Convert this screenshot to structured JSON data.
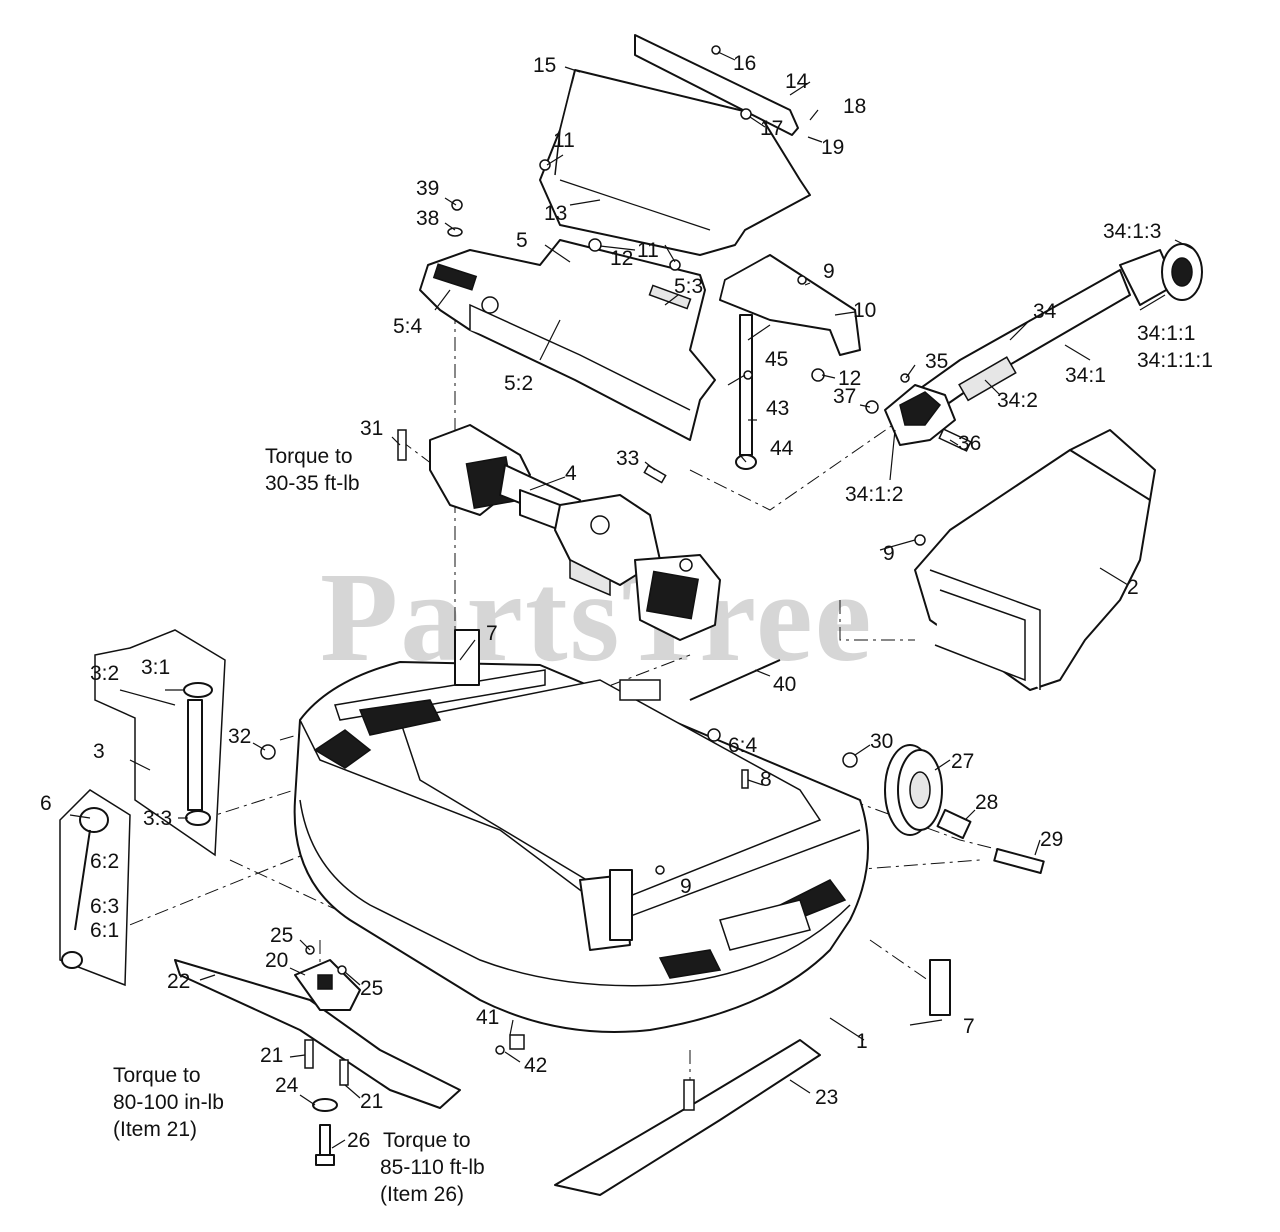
{
  "watermark": "PartsTree",
  "notes": {
    "torque_gearbox_1": "Torque to",
    "torque_gearbox_2": "30-35 ft-lb",
    "torque_item21_1": "Torque to",
    "torque_item21_2": "80-100 in-lb",
    "torque_item21_3": "(Item 21)",
    "torque_item26_1": "Torque to",
    "torque_item26_2": "85-110 ft-lb",
    "torque_item26_3": "(Item 26)"
  },
  "callouts": {
    "c1": "1",
    "c2": "2",
    "c3": "3",
    "c3_1": "3:1",
    "c3_2": "3:2",
    "c3_3": "3:3",
    "c4": "4",
    "c5": "5",
    "c5_2": "5:2",
    "c5_3": "5:3",
    "c5_4": "5:4",
    "c6": "6",
    "c6_1": "6:1",
    "c6_2": "6:2",
    "c6_3": "6:3",
    "c6_4": "6:4",
    "c7a": "7",
    "c7b": "7",
    "c8": "8",
    "c9a": "9",
    "c9b": "9",
    "c9c": "9",
    "c10": "10",
    "c11a": "11",
    "c11b": "11",
    "c12a": "12",
    "c12b": "12",
    "c13": "13",
    "c14": "14",
    "c15": "15",
    "c16": "16",
    "c17": "17",
    "c18": "18",
    "c19": "19",
    "c20": "20",
    "c21a": "21",
    "c21b": "21",
    "c22": "22",
    "c23": "23",
    "c24": "24",
    "c25a": "25",
    "c25b": "25",
    "c26": "26",
    "c27": "27",
    "c28": "28",
    "c29": "29",
    "c30": "30",
    "c31": "31",
    "c32": "32",
    "c33": "33",
    "c34": "34",
    "c34_1": "34:1",
    "c34_1_1": "34:1:1",
    "c34_1_1_1": "34:1:1:1",
    "c34_1_2": "34:1:2",
    "c34_1_3": "34:1:3",
    "c34_2": "34:2",
    "c35": "35",
    "c36": "36",
    "c37": "37",
    "c38": "38",
    "c39": "39",
    "c40": "40",
    "c41": "41",
    "c42": "42",
    "c43": "43",
    "c44": "44",
    "c45": "45"
  }
}
